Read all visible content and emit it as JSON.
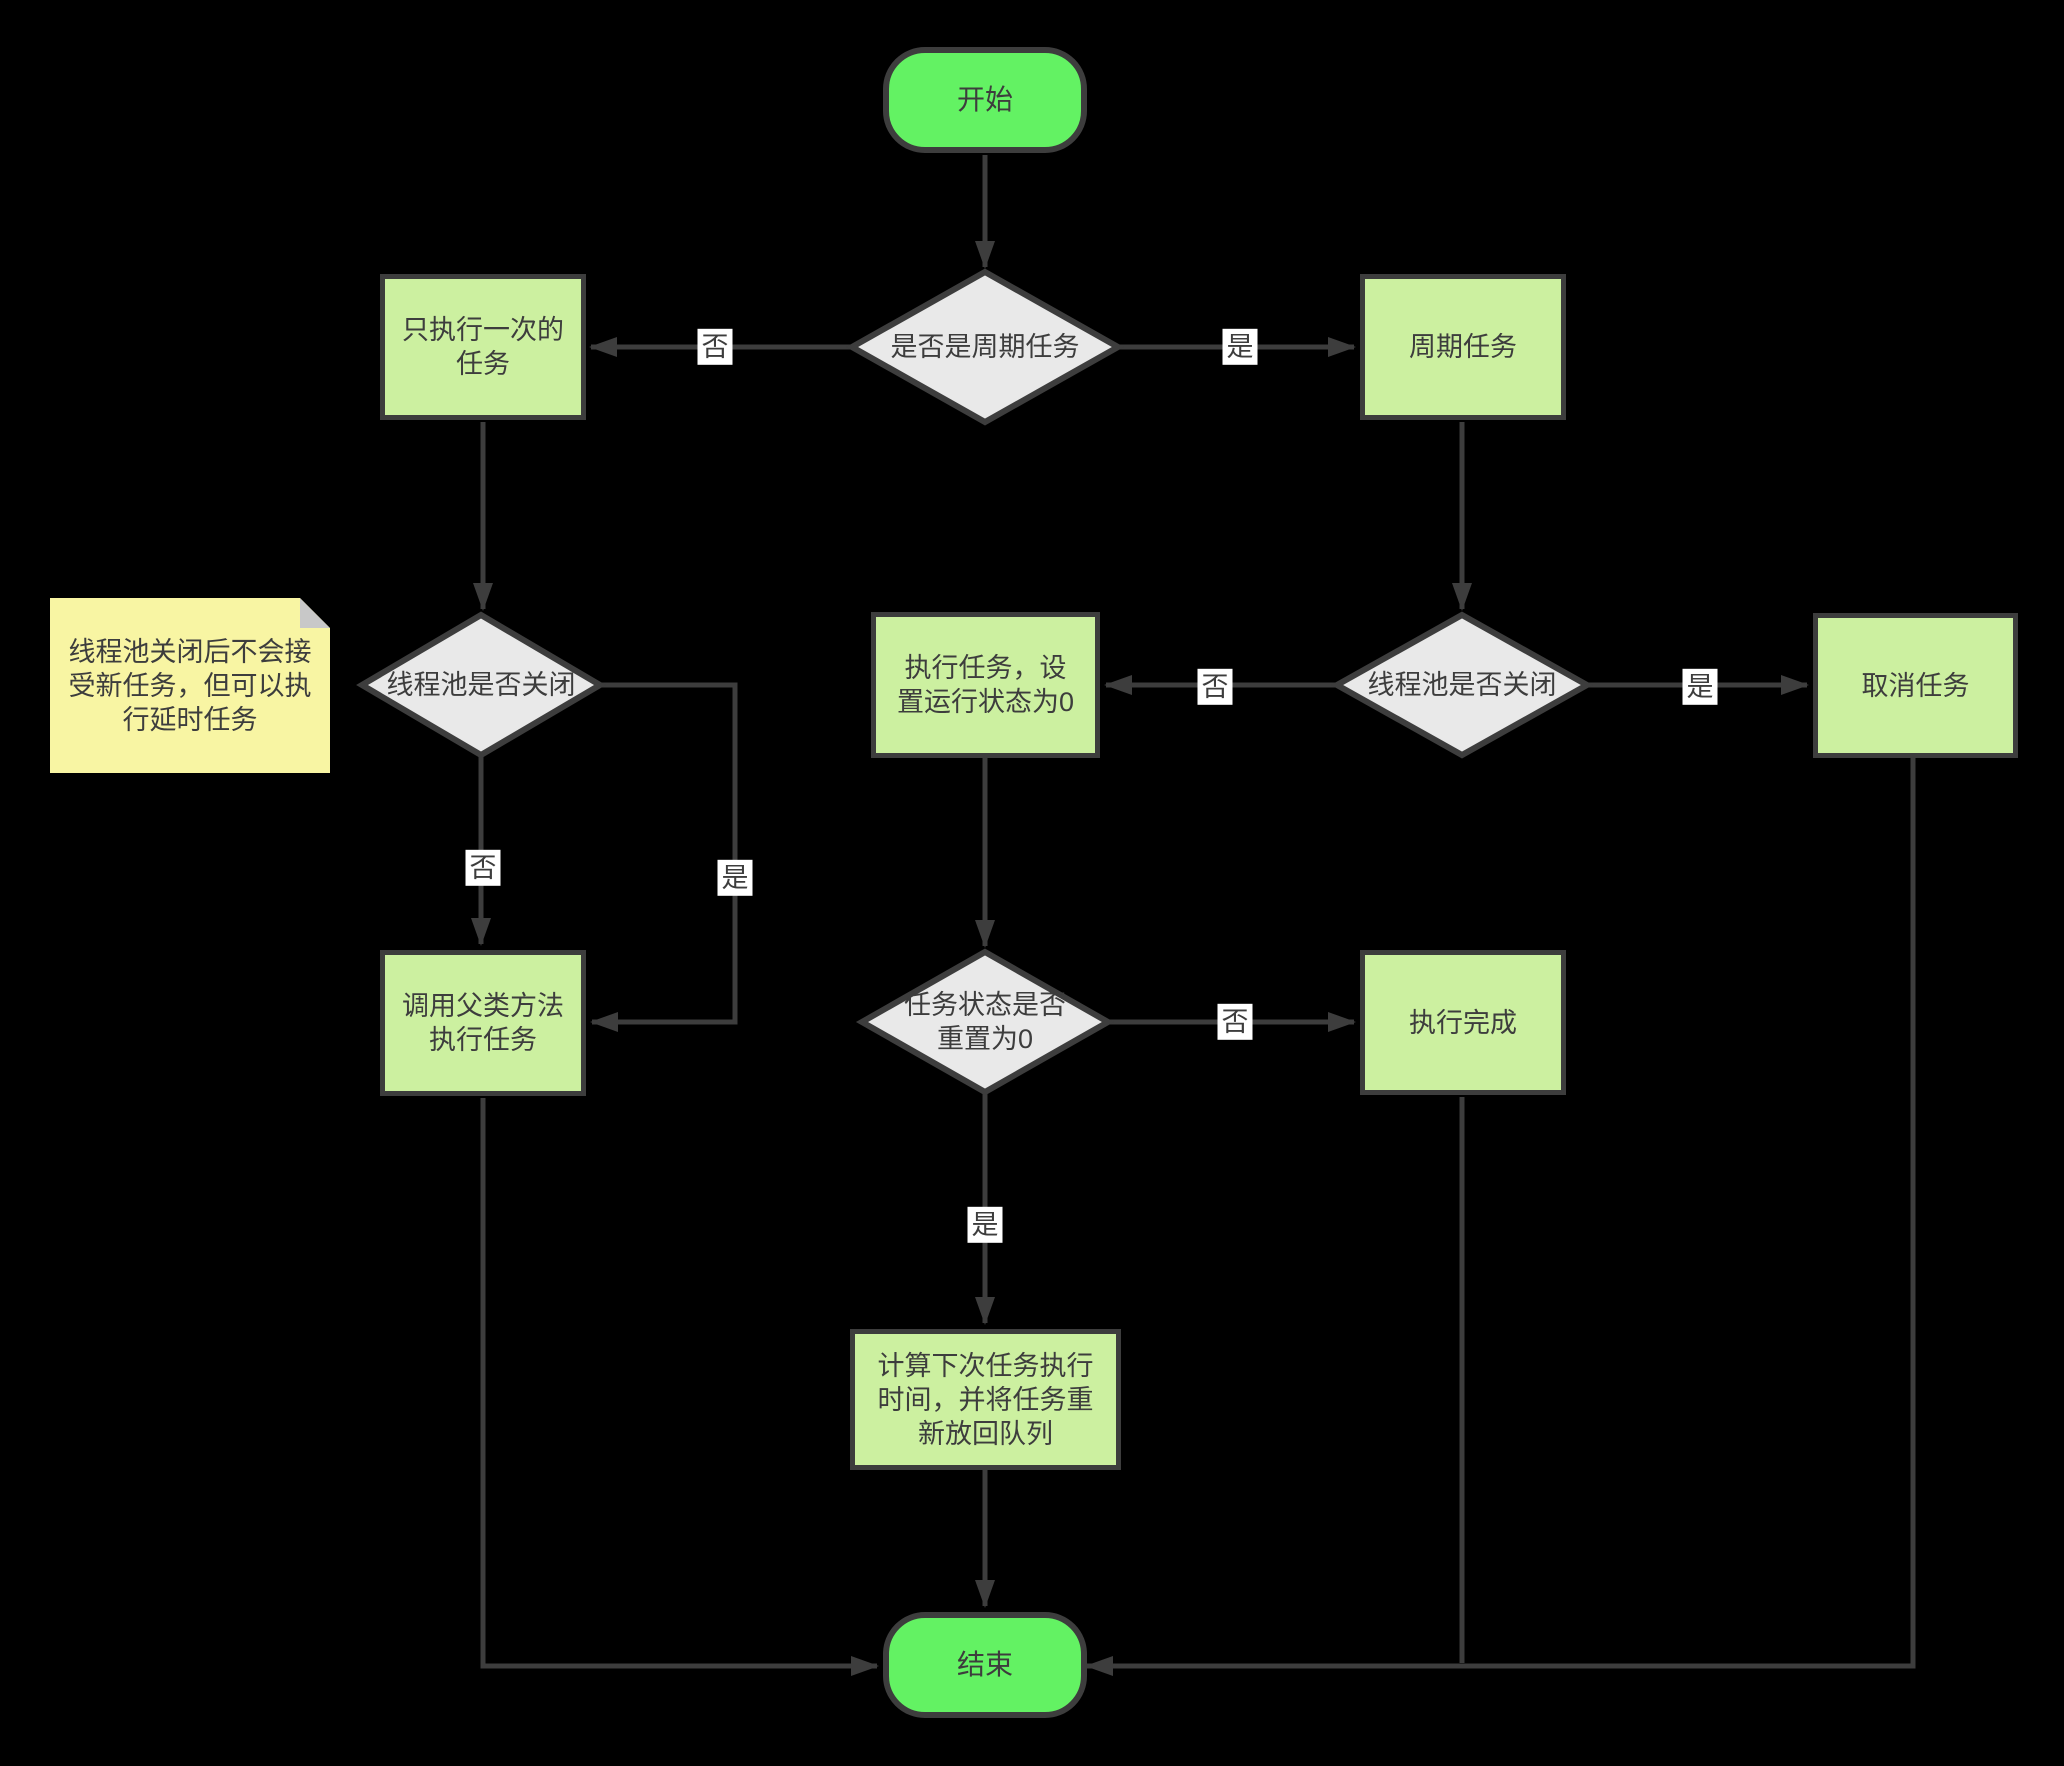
{
  "canvas": {
    "background": "#000000"
  },
  "colors": {
    "stroke": "#3d3d3d",
    "terminal_fill": "#63f263",
    "process_fill": "#ccf0a0",
    "decision_fill": "#e9e9e9",
    "note_fill": "#f8f5a3",
    "note_fold": "#c8c8c8",
    "edge_label_bg": "#ffffff",
    "text": "#3d3d3d"
  },
  "nodes": {
    "start": {
      "type": "terminal",
      "label": "开始"
    },
    "is_periodic": {
      "type": "decision",
      "label": "是否是周期任务"
    },
    "once_task": {
      "type": "process",
      "label": "只执行一次的\n任务"
    },
    "periodic_task": {
      "type": "process",
      "label": "周期任务"
    },
    "note": {
      "type": "note",
      "label": "线程池关闭后不会接\n受新任务，但可以执\n行延时任务"
    },
    "pool_closed_left": {
      "type": "decision",
      "label": "线程池是否关闭"
    },
    "exec_task": {
      "type": "process",
      "label": "执行任务，设\n置运行状态为0"
    },
    "pool_closed_right": {
      "type": "decision",
      "label": "线程池是否关闭"
    },
    "cancel_task": {
      "type": "process",
      "label": "取消任务"
    },
    "call_super": {
      "type": "process",
      "label": "调用父类方法\n执行任务"
    },
    "state_reset": {
      "type": "decision",
      "label": "任务状态是否\n重置为0"
    },
    "exec_done": {
      "type": "process",
      "label": "执行完成"
    },
    "requeue": {
      "type": "process",
      "label": "计算下次任务执行\n时间，并将任务重\n新放回队列"
    },
    "end": {
      "type": "terminal",
      "label": "结束"
    }
  },
  "edge_labels": {
    "is_periodic_no": "否",
    "is_periodic_yes": "是",
    "pool_left_no": "否",
    "pool_left_yes": "是",
    "pool_right_no": "否",
    "pool_right_yes": "是",
    "state_reset_no": "否",
    "state_reset_yes": "是"
  },
  "edges": [
    {
      "from": "start",
      "to": "is_periodic",
      "label": ""
    },
    {
      "from": "is_periodic",
      "to": "once_task",
      "label": "否"
    },
    {
      "from": "is_periodic",
      "to": "periodic_task",
      "label": "是"
    },
    {
      "from": "once_task",
      "to": "pool_closed_left",
      "label": ""
    },
    {
      "from": "periodic_task",
      "to": "pool_closed_right",
      "label": ""
    },
    {
      "from": "pool_closed_left",
      "to": "call_super",
      "label": "否"
    },
    {
      "from": "pool_closed_left",
      "to": "call_super",
      "label": "是"
    },
    {
      "from": "pool_closed_right",
      "to": "exec_task",
      "label": "否"
    },
    {
      "from": "pool_closed_right",
      "to": "cancel_task",
      "label": "是"
    },
    {
      "from": "exec_task",
      "to": "state_reset",
      "label": ""
    },
    {
      "from": "state_reset",
      "to": "exec_done",
      "label": "否"
    },
    {
      "from": "state_reset",
      "to": "requeue",
      "label": "是"
    },
    {
      "from": "requeue",
      "to": "end",
      "label": ""
    },
    {
      "from": "call_super",
      "to": "end",
      "label": ""
    },
    {
      "from": "exec_done",
      "to": "end",
      "label": ""
    },
    {
      "from": "cancel_task",
      "to": "end",
      "label": ""
    }
  ]
}
